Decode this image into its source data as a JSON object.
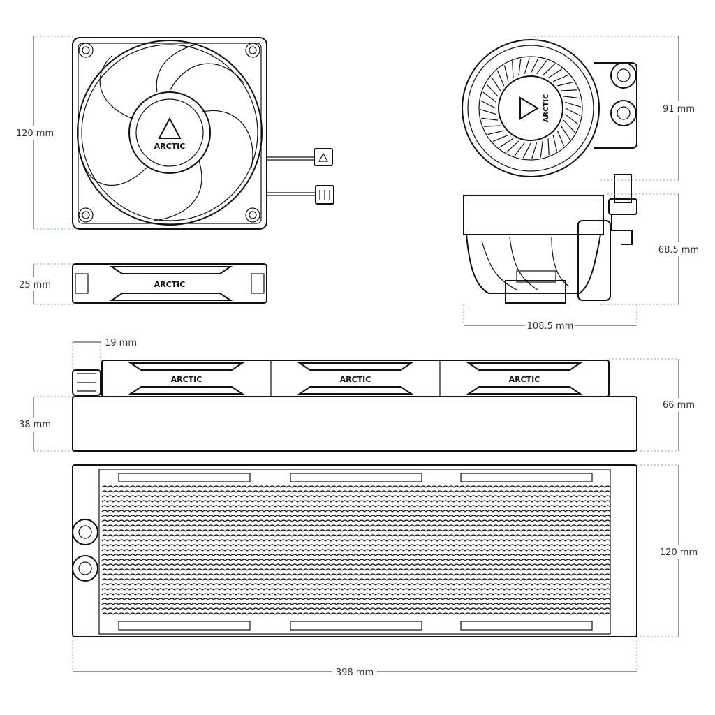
{
  "brand": {
    "logo_text": "ARCTIC"
  },
  "dimensions": {
    "fan_height": "120 mm",
    "fan_thickness": "25 mm",
    "pump_diameter": "91 mm",
    "pump_height": "68.5 mm",
    "pump_width": "108.5 mm",
    "fitting_offset": "19 mm",
    "radiator_thickness": "38 mm",
    "total_thickness": "66 mm",
    "radiator_height": "120 mm",
    "radiator_length": "398 mm"
  },
  "colors": {
    "line": "#111111",
    "dim_text": "#333333",
    "guide": "#66aaaa"
  }
}
